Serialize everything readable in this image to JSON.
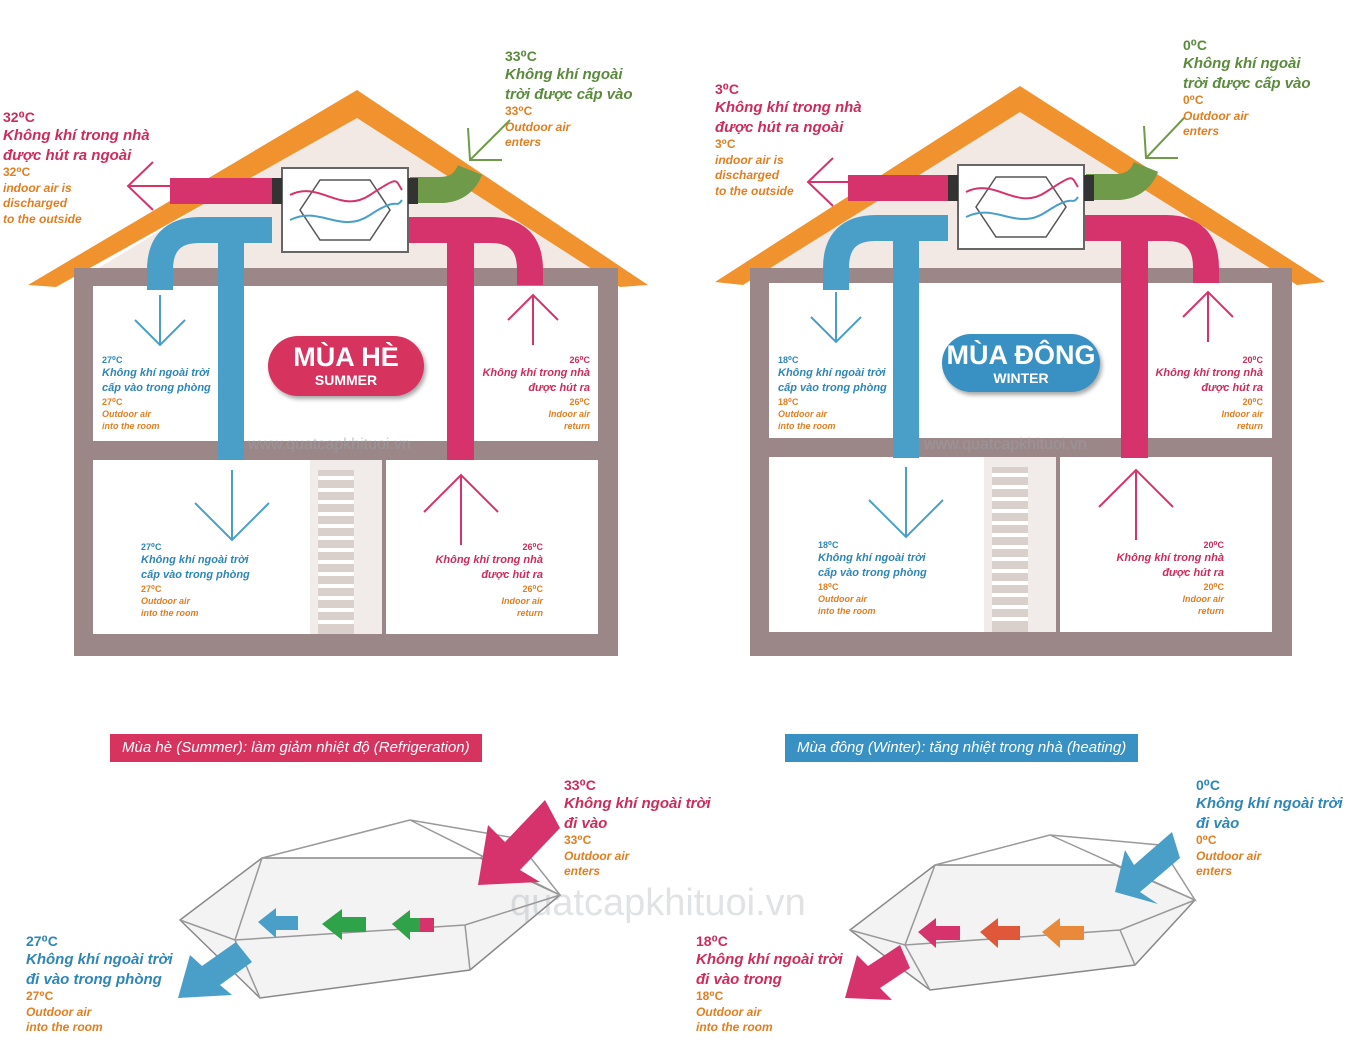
{
  "summer": {
    "badge_vn": "MÙA HÈ",
    "badge_en": "SUMMER",
    "exhaust": {
      "temp": "32⁰C",
      "vn1": "Không khí trong nhà",
      "vn2": "được hút ra ngoài",
      "temp2": "32⁰C",
      "en1": "indoor air is",
      "en2": "discharged",
      "en3": "to the outside"
    },
    "intake": {
      "temp": "33⁰C",
      "vn1": "Không khí ngoài",
      "vn2": "trời được cấp vào",
      "temp2": "33⁰C",
      "en1": "Outdoor air",
      "en2": "enters"
    },
    "up_left": {
      "temp": "27⁰C",
      "vn1": "Không khí ngoài trời",
      "vn2": "cấp vào trong phòng",
      "temp2": "27⁰C",
      "en1": "Outdoor air",
      "en2": "into the room"
    },
    "up_right": {
      "temp": "26⁰C",
      "vn1": "Không khí trong nhà",
      "vn2": "được hút ra",
      "temp2": "26⁰C",
      "en1": "Indoor air",
      "en2": "return"
    },
    "low_left": {
      "temp": "27⁰C",
      "vn1": "Không khí ngoài trời",
      "vn2": "cấp vào trong phòng",
      "temp2": "27⁰C",
      "en1": "Outdoor air",
      "en2": "into the room"
    },
    "low_right": {
      "temp": "26⁰C",
      "vn1": "Không khí trong nhà",
      "vn2": "được hút ra",
      "temp2": "26⁰C",
      "en1": "Indoor air",
      "en2": "return"
    },
    "banner": "Mùa hè (Summer): làm giảm nhiệt độ (Refrigeration)",
    "core_in": {
      "temp": "33⁰C",
      "vn1": "Không khí ngoài trời",
      "vn2": "đi vào",
      "temp2": "33⁰C",
      "en1": "Outdoor air",
      "en2": "enters"
    },
    "core_out": {
      "temp": "27⁰C",
      "vn1": "Không khí ngoài trời",
      "vn2": "đi vào trong phòng",
      "temp2": "27⁰C",
      "en1": "Outdoor air",
      "en2": "into the room"
    }
  },
  "winter": {
    "badge_vn": "MÙA ĐÔNG",
    "badge_en": "WINTER",
    "exhaust": {
      "temp": "3⁰C",
      "vn1": "Không khí trong nhà",
      "vn2": "được hút ra ngoài",
      "temp2": "3⁰C",
      "en1": "indoor air is",
      "en2": "discharged",
      "en3": "to the outside"
    },
    "intake": {
      "temp": "0⁰C",
      "vn1": "Không khí ngoài",
      "vn2": "trời được cấp vào",
      "temp2": "0⁰C",
      "en1": "Outdoor air",
      "en2": "enters"
    },
    "up_left": {
      "temp": "18⁰C",
      "vn1": "Không khí ngoài trời",
      "vn2": "cấp vào trong phòng",
      "temp2": "18⁰C",
      "en1": "Outdoor air",
      "en2": "into the room"
    },
    "up_right": {
      "temp": "20⁰C",
      "vn1": "Không khí trong nhà",
      "vn2": "được hút ra",
      "temp2": "20⁰C",
      "en1": "Indoor air",
      "en2": "return"
    },
    "low_left": {
      "temp": "18⁰C",
      "vn1": "Không khí ngoài trời",
      "vn2": "cấp vào trong phòng",
      "temp2": "18⁰C",
      "en1": "Outdoor air",
      "en2": "into the room"
    },
    "low_right": {
      "temp": "20⁰C",
      "vn1": "Không khí trong nhà",
      "vn2": "được hút ra",
      "temp2": "20⁰C",
      "en1": "Indoor air",
      "en2": "return"
    },
    "banner": "Mùa đông (Winter): tăng nhiệt trong nhà (heating)",
    "core_in": {
      "temp": "0⁰C",
      "vn1": "Không khí ngoài trời",
      "vn2": "đi vào",
      "temp2": "0⁰C",
      "en1": "Outdoor air",
      "en2": "enters"
    },
    "core_out": {
      "temp": "18⁰C",
      "vn1": "Không khí ngoài trời",
      "vn2": "đi vào trong",
      "temp2": "18⁰C",
      "en1": "Outdoor air",
      "en2": "into the room"
    }
  },
  "watermark": "www.quatcapkhituoi.vn",
  "watermark_big": "quatcapkhituoi.vn",
  "colors": {
    "pink": "#d6336c",
    "blue": "#4a9fc9",
    "green": "#6e9a4a",
    "orange": "#f0922e",
    "wall": "#9c8788"
  }
}
